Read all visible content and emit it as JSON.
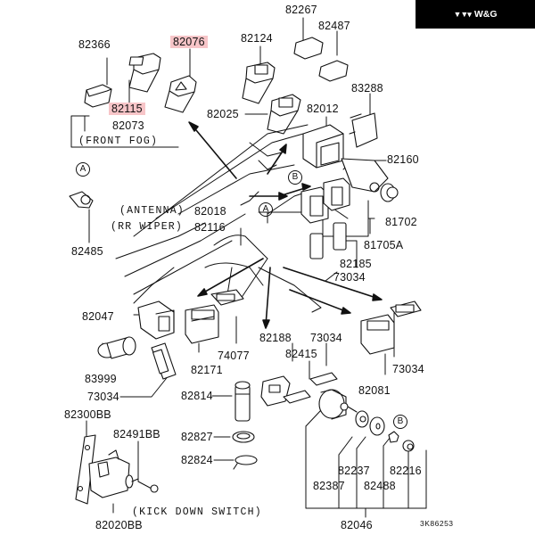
{
  "brand": {
    "logo_glyph": "▼▼▾",
    "name": "W&G"
  },
  "diagram": {
    "code": "3K86253",
    "highlight_color": "#f7c5c8",
    "parts": {
      "p82366": "82366",
      "p82076": "82076",
      "p82124": "82124",
      "p82267": "82267",
      "p82487": "82487",
      "p83288": "83288",
      "p82115": "82115",
      "p82073": "82073",
      "p82025": "82025",
      "p82012": "82012",
      "p82160": "82160",
      "p82018": "82018",
      "p82116": "82116",
      "p81702": "81702",
      "p81705a": "81705A",
      "p82485": "82485",
      "p82185": "82185",
      "p73034a": "73034",
      "p82047": "82047",
      "p83999": "83999",
      "p73034b": "73034",
      "p82171": "82171",
      "p74077": "74077",
      "p82188": "82188",
      "p73034c": "73034",
      "p82415": "82415",
      "p73034d": "73034",
      "p82081": "82081",
      "p82814": "82814",
      "p82300bb": "82300BB",
      "p82491bb": "82491BB",
      "p82827": "82827",
      "p82824": "82824",
      "p82237": "82237",
      "p82216": "82216",
      "p82387": "82387",
      "p82488": "82488",
      "p82046": "82046",
      "p82020bb": "82020BB"
    },
    "notes": {
      "front_fog": "(FRONT FOG)",
      "antenna": "(ANTENNA)",
      "rr_wiper": "(RR WIPER)",
      "kick_down": "(KICK DOWN SWITCH)"
    },
    "markers": {
      "a": "A",
      "b": "B"
    }
  }
}
